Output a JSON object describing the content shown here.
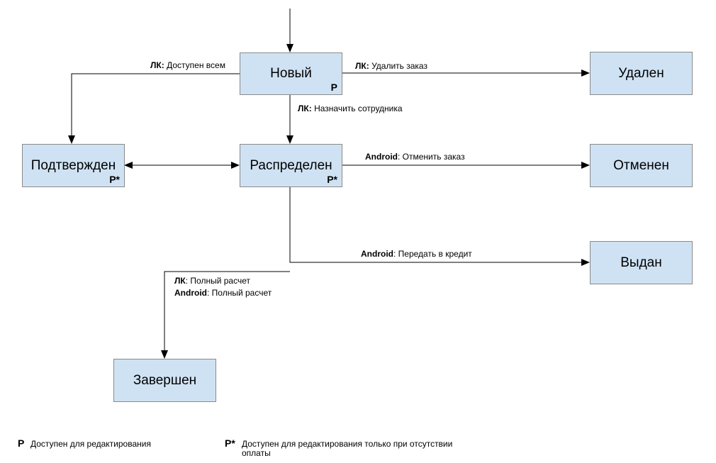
{
  "nodes": {
    "new": {
      "label": "Новый",
      "badge": "P"
    },
    "deleted": {
      "label": "Удален"
    },
    "confirmed": {
      "label": "Подтвержден",
      "badge": "P*"
    },
    "distributed": {
      "label": "Распределен",
      "badge": "P*"
    },
    "cancelled": {
      "label": "Отменен"
    },
    "issued": {
      "label": "Выдан"
    },
    "completed": {
      "label": "Завершен"
    }
  },
  "edges": {
    "new_to_confirmed": {
      "actor": "ЛК:",
      "text": " Доступен всем"
    },
    "new_to_deleted": {
      "actor": "ЛК:",
      "text": " Удалить заказ"
    },
    "new_to_distributed": {
      "actor": "ЛК:",
      "text": " Назначить сотрудника"
    },
    "distributed_to_cancelled": {
      "actor": "Android",
      "text": ": Отменить заказ"
    },
    "distributed_to_issued": {
      "actor": "Android",
      "text": ": Передать в кредит"
    },
    "distributed_to_completed_1": {
      "actor": "ЛК",
      "text": ": Полный расчет"
    },
    "distributed_to_completed_2": {
      "actor": "Android",
      "text": ": Полный расчет"
    }
  },
  "legend": {
    "p": {
      "symbol": "P",
      "text": "Доступен для редактирования"
    },
    "pstar": {
      "symbol": "P*",
      "text": "Доступен для редактирования только при отсутствии оплаты"
    }
  }
}
